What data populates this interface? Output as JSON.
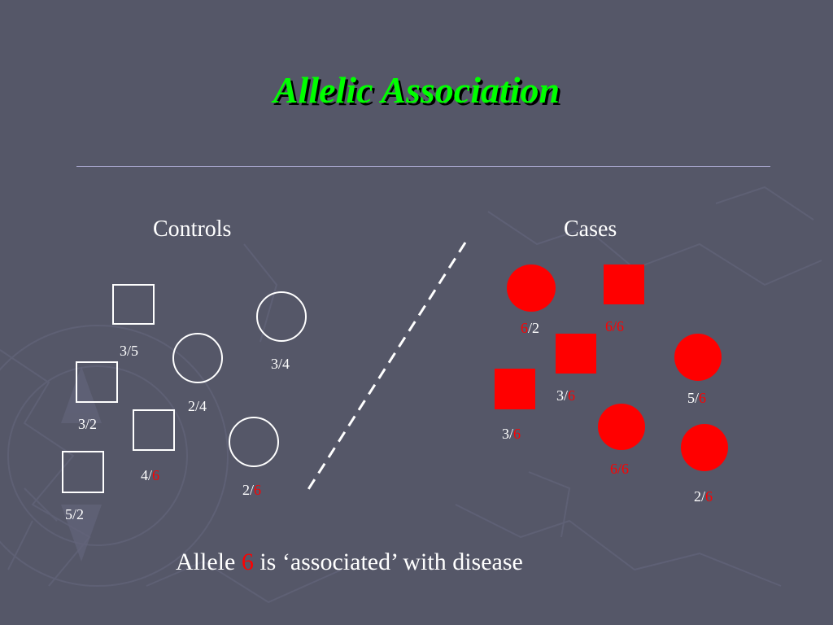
{
  "title": "Allelic Association",
  "groups": {
    "controls_label": "Controls",
    "cases_label": "Cases"
  },
  "controls": [
    {
      "shape": "square",
      "a1": "3",
      "a2": "5"
    },
    {
      "shape": "circle",
      "a1": "3",
      "a2": "4"
    },
    {
      "shape": "circle",
      "a1": "2",
      "a2": "4"
    },
    {
      "shape": "square",
      "a1": "3",
      "a2": "2"
    },
    {
      "shape": "square",
      "a1": "4",
      "a2": "6"
    },
    {
      "shape": "circle",
      "a1": "2",
      "a2": "6"
    },
    {
      "shape": "square",
      "a1": "5",
      "a2": "2"
    }
  ],
  "cases": [
    {
      "shape": "circle",
      "a1": "6",
      "a2": "2"
    },
    {
      "shape": "square",
      "a1": "6",
      "a2": "6"
    },
    {
      "shape": "square",
      "a1": "3",
      "a2": "6"
    },
    {
      "shape": "circle",
      "a1": "5",
      "a2": "6"
    },
    {
      "shape": "square",
      "a1": "3",
      "a2": "6"
    },
    {
      "shape": "circle",
      "a1": "6",
      "a2": "6"
    },
    {
      "shape": "circle",
      "a1": "2",
      "a2": "6"
    }
  ],
  "separator": "/",
  "caption": {
    "prefix": "Allele ",
    "allele": "6",
    "suffix": " is ‘associated’ with disease"
  },
  "colors": {
    "background": "#555768",
    "title": "#00ff00",
    "rule": "#a9a8cf",
    "highlight": "#ff0000",
    "text": "#ffffff"
  }
}
